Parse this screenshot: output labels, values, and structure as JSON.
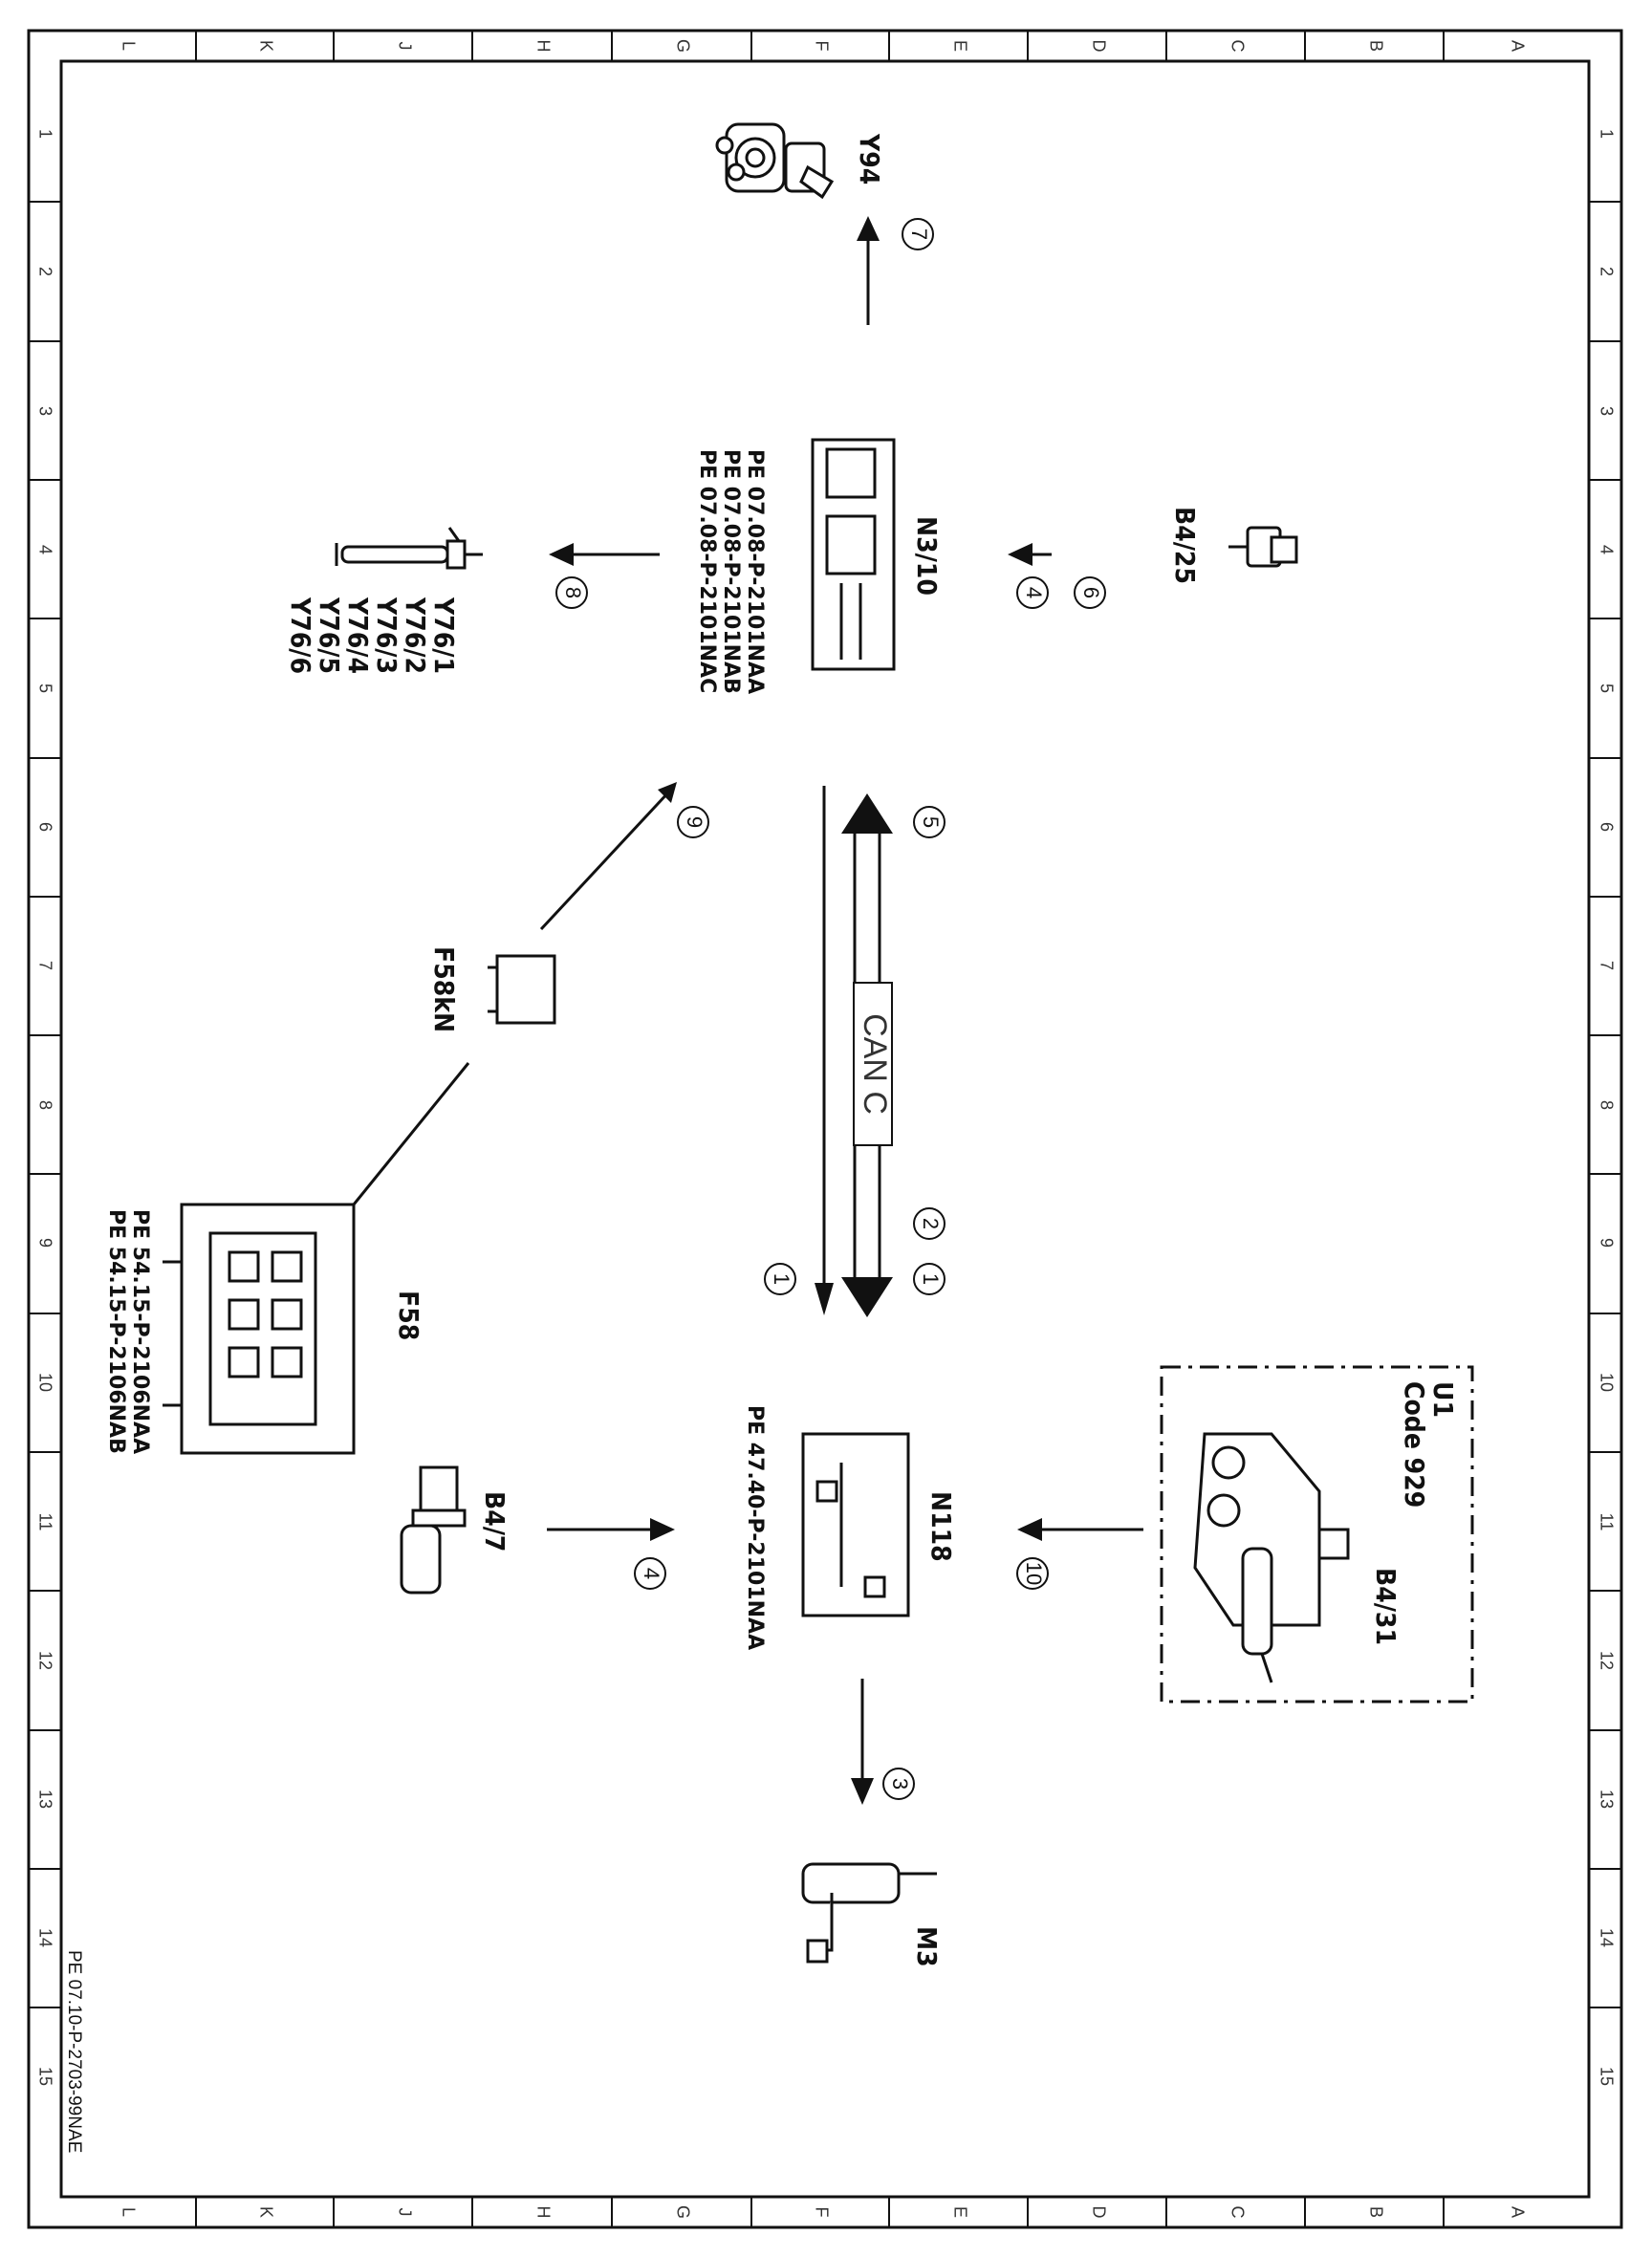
{
  "grid": {
    "columns": [
      "L",
      "K",
      "J",
      "H",
      "G",
      "F",
      "E",
      "D",
      "C",
      "B",
      "A"
    ],
    "rows": [
      "1",
      "2",
      "3",
      "4",
      "5",
      "6",
      "7",
      "8",
      "9",
      "10",
      "11",
      "12",
      "13",
      "14",
      "15"
    ]
  },
  "document_code": "PE 07.10-P-2703-99NAE",
  "components": {
    "y94": "Y94",
    "n3_10": "N3/10",
    "b4_25": "B4/25",
    "y76_1": "Y76/1",
    "y76_2": "Y76/2",
    "y76_3": "Y76/3",
    "y76_4": "Y76/4",
    "y76_5": "Y76/5",
    "y76_6": "Y76/6",
    "f58kn": "F58kN",
    "f58": "F58",
    "n118": "N118",
    "b4_7": "B4/7",
    "m3": "M3",
    "u1": "U1",
    "code929": "Code 929",
    "b4_31": "B4/31"
  },
  "references": {
    "n3_10_a": "PE 07.08-P-2101NAA",
    "n3_10_b": "PE 07.08-P-2101NAB",
    "n3_10_c": "PE 07.08-P-2101NAC",
    "f58_a": "PE 54.15-P-2106NAA",
    "f58_b": "PE 54.15-P-2106NAB",
    "n118_a": "PE 47.40-P-2101NAA"
  },
  "bus": {
    "label": "CAN C"
  },
  "signals": {
    "s1a": "1",
    "s1b": "1",
    "s2": "2",
    "s3": "3",
    "s4a": "4",
    "s4b": "4",
    "s5": "5",
    "s6": "6",
    "s7": "7",
    "s8": "8",
    "s9": "9",
    "s10": "10"
  }
}
